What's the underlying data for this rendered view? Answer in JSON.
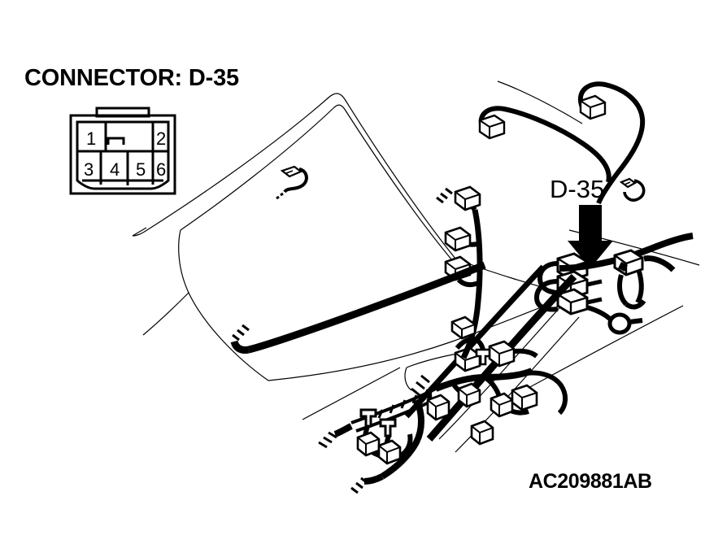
{
  "page": {
    "title": "CONNECTOR: D-35",
    "part_number": "AC209881AB",
    "background_color": "#ffffff",
    "line_color": "#000000"
  },
  "connector_legend": {
    "label": "CONNECTOR: D-35",
    "name": "D-35",
    "pin_count": 6,
    "rows": [
      {
        "row": 1,
        "pins": [
          "1",
          "",
          "2"
        ]
      },
      {
        "row": 2,
        "pins": [
          "3",
          "4",
          "5",
          "6"
        ]
      }
    ],
    "pins": [
      {
        "number": "1",
        "row": 1,
        "col": 1
      },
      {
        "number": "2",
        "row": 1,
        "col": 3
      },
      {
        "number": "3",
        "row": 2,
        "col": 1
      },
      {
        "number": "4",
        "row": 2,
        "col": 2
      },
      {
        "number": "5",
        "row": 2,
        "col": 3
      },
      {
        "number": "6",
        "row": 2,
        "col": 4
      }
    ],
    "features": [
      "top-latch-tab",
      "center-lock-notch",
      "chamfered-bottom-shell"
    ]
  },
  "callout": {
    "label": "D-35",
    "arrow_direction": "down",
    "points_to": "stacked-connector-block"
  },
  "diagram": {
    "description": "Vehicle rear glass / roof area wiring harness routing view",
    "body_panels": [
      "rear-glass-outline",
      "roof-rail",
      "rear-pillar",
      "lower-body-line"
    ],
    "harness_segments": [
      {
        "name": "roof-loop-harness-left",
        "terminals": 1
      },
      {
        "name": "roof-loop-harness-right",
        "terminals": 1
      },
      {
        "name": "pillar-diagonal-harness",
        "cut_marks": true
      },
      {
        "name": "main-trunk-harness",
        "cut_marks": true
      },
      {
        "name": "lower-branch-harness",
        "cut_marks": true
      },
      {
        "name": "rear-floor-harness",
        "cut_marks": true
      }
    ],
    "components": [
      {
        "name": "stacked-connector-block",
        "tiers": 3,
        "target": true
      },
      {
        "name": "round-grommet"
      },
      {
        "name": "relay-bracket-assembly"
      },
      {
        "name": "glass-clip"
      }
    ],
    "connector_stub_count": 14,
    "clip_count": 2
  }
}
